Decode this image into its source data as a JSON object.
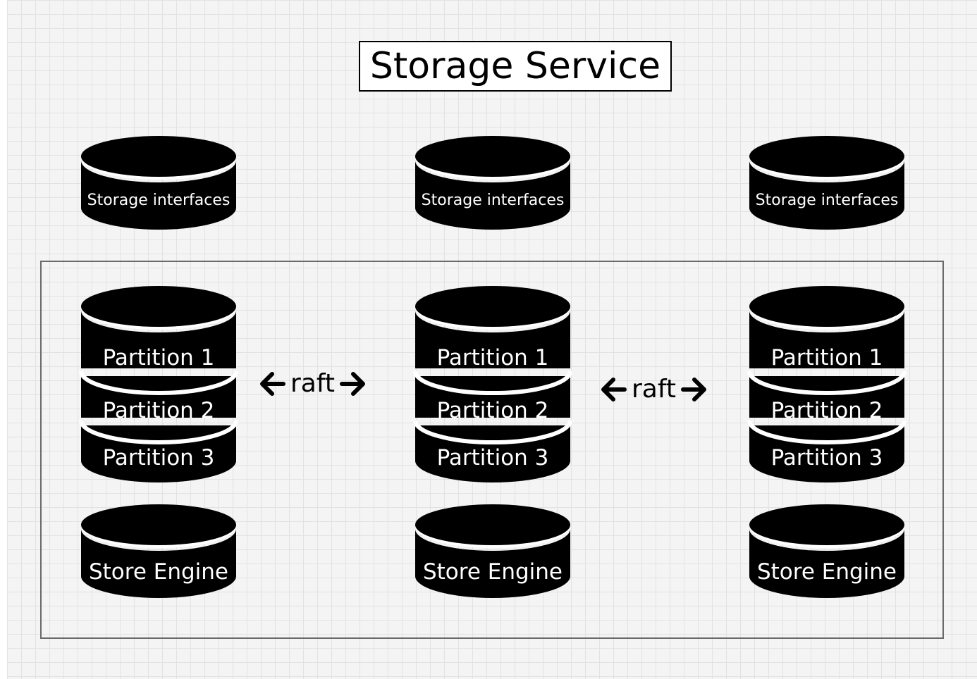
{
  "title": "Storage Service",
  "nodes": [
    {
      "interface_label": "Storage interfaces",
      "partitions": [
        "Partition 1",
        "Partition 2",
        "Partition 3"
      ],
      "engine_label": "Store Engine"
    },
    {
      "interface_label": "Storage interfaces",
      "partitions": [
        "Partition 1",
        "Partition 2",
        "Partition 3"
      ],
      "engine_label": "Store Engine"
    },
    {
      "interface_label": "Storage interfaces",
      "partitions": [
        "Partition 1",
        "Partition 2",
        "Partition 3"
      ],
      "engine_label": "Store Engine"
    }
  ],
  "links": [
    {
      "label": "raft",
      "from": 0,
      "to": 1
    },
    {
      "label": "raft",
      "from": 1,
      "to": 2
    }
  ],
  "colors": {
    "cylinder": "#000000",
    "text": "#ffffff",
    "background": "#f4f4f4",
    "grid": "#e2e2e2",
    "cluster_border": "#6a6a6a"
  }
}
